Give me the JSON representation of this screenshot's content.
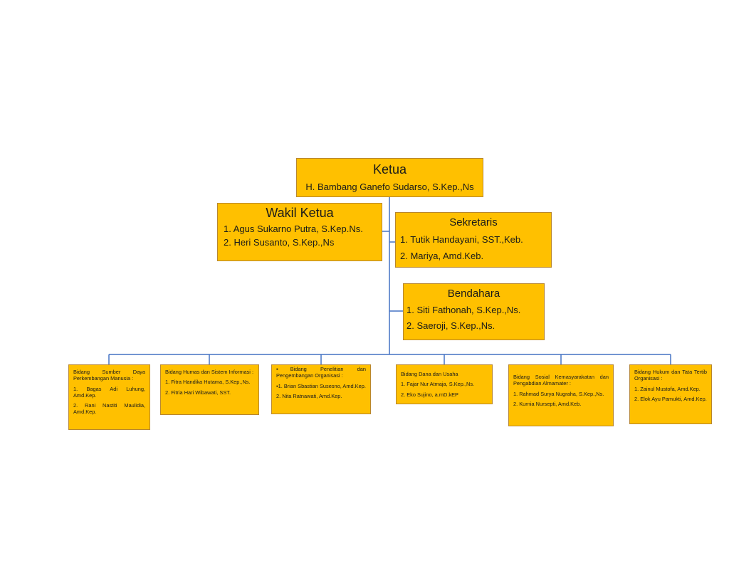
{
  "ketua": {
    "title": "Ketua",
    "name": "H. Bambang Ganefo Sudarso, S.Kep.,Ns"
  },
  "wakil": {
    "title": "Wakil Ketua",
    "members": [
      "1. Agus Sukarno Putra, S.Kep.Ns.",
      "2. Heri Susanto, S.Kep.,Ns"
    ]
  },
  "sekretaris": {
    "title": "Sekretaris",
    "members": [
      "1. Tutik Handayani, SST.,Keb.",
      "2. Mariya, Amd.Keb."
    ]
  },
  "bendahara": {
    "title": "Bendahara",
    "members": [
      "1. Siti Fathonah, S.Kep.,Ns.",
      "2. Saeroji, S.Kep.,Ns."
    ]
  },
  "bidang": [
    {
      "title": "Bidang Sumber Daya Perkembangan Manusia :",
      "members": [
        "1. Bagas Adi Luhung, Amd.Kep.",
        "2. Rani Nastiti Maulidia, Amd.Kep."
      ]
    },
    {
      "title": "Bidang Humas dan Sistem Informasi :",
      "members": [
        "1. Fitra Handika Hutama, S.Kep.,Ns.",
        "2. Fitria Hari Wibawati, SST."
      ]
    },
    {
      "title": "▪Bidang Penelitian dan Pengembangan Organisasi :",
      "members": [
        "▪1. Brian Sbastian Susesno, Amd.Kep.",
        "2. Nita Ratnawati, Amd.Kep."
      ]
    },
    {
      "title": "Bidang Dana dan Usaha",
      "members": [
        "1. Fajar Nur Atmaja, S.Kep.,Ns.",
        "2. Eko Sujino, a.mD.kEP"
      ]
    },
    {
      "title": "Bidang Sosial Kemasyarakatan dan Pengabdian Almamater :",
      "members": [
        "1. Rahmad Surya Nugraha, S.Kep.,Ns.",
        "2. Kurnia Nursepti, Amd.Keb."
      ]
    },
    {
      "title": "Bidang Hukum dan Tata Tertib Organisasi :",
      "members": [
        "1. Zainul Mustofa, Amd.Kep.",
        "2. Elok Ayu Pamukti, Amd.Kep."
      ]
    }
  ],
  "colors": {
    "box_fill": "#ffc000",
    "box_border": "#b8862e",
    "connector": "#4472c4"
  }
}
